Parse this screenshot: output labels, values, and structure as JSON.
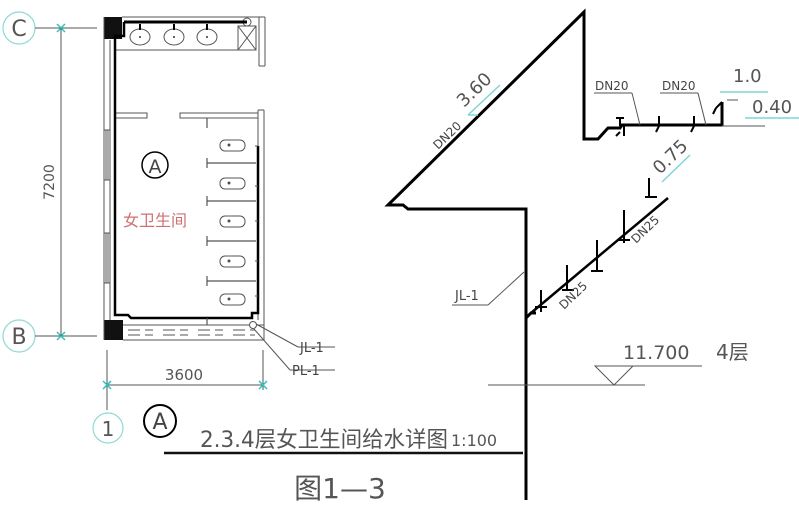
{
  "plan": {
    "axis_top": "C",
    "axis_bottom": "B",
    "axis_column": "1",
    "dimension_vertical": "7200",
    "dimension_horizontal": "3600",
    "room_marker": "A",
    "room_name": "女卫生间",
    "leader_labels": [
      "JL-1",
      "PL-1"
    ],
    "fixtures": {
      "washbasins": 3,
      "squat_toilets": 5,
      "mop_sink": 1
    }
  },
  "title_block": {
    "marker": "A",
    "title": "2.3.4层女卫生间给水详图",
    "scale": "1:100",
    "figure_no": "图1—3"
  },
  "axonometric": {
    "riser_label": "JL-1",
    "riser_pipe_size": "DN20",
    "elevation_top_diag": "3.60",
    "branch_top": {
      "pipe_sizes": [
        "DN20",
        "DN20"
      ],
      "elevation_high": "1.0",
      "elevation_low": "0.40"
    },
    "branch_bottom": {
      "pipe_sizes": [
        "DN25",
        "DN25"
      ],
      "elevation": "0.75"
    },
    "floor_level": {
      "elevation": "11.700",
      "floor": "4层"
    }
  },
  "colors": {
    "line": "#555555",
    "pipe": "#000000",
    "grid_bubble": "#7fd6d6",
    "room_name": "#d07070",
    "elevation_marker": "#9fe0e0"
  }
}
